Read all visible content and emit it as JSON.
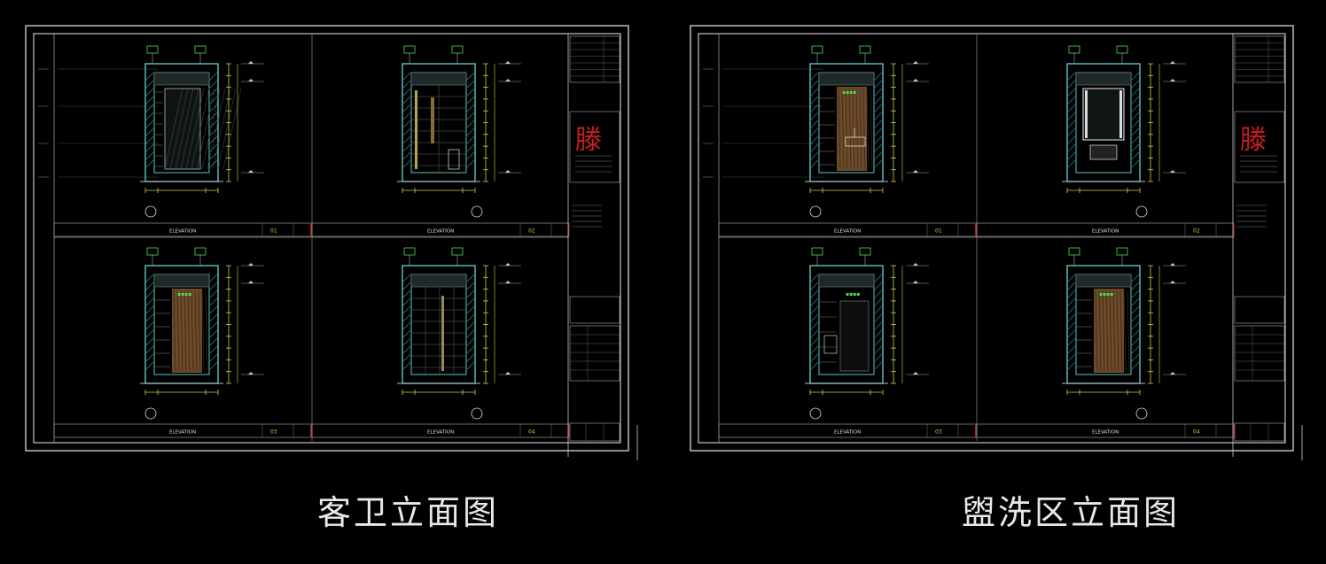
{
  "sheets": [
    {
      "caption": "客卫立面图",
      "panels": [
        {
          "id": "01",
          "label": "ELEVATION",
          "variant": "glass"
        },
        {
          "id": "02",
          "label": "ELEVATION",
          "variant": "wc"
        },
        {
          "id": "03",
          "label": "ELEVATION",
          "variant": "wood"
        },
        {
          "id": "04",
          "label": "ELEVATION",
          "variant": "tiles"
        }
      ]
    },
    {
      "caption": "盥洗区立面图",
      "panels": [
        {
          "id": "01",
          "label": "ELEVATION",
          "variant": "woodsink"
        },
        {
          "id": "02",
          "label": "ELEVATION",
          "variant": "mirror"
        },
        {
          "id": "03",
          "label": "ELEVATION",
          "variant": "dark"
        },
        {
          "id": "04",
          "label": "ELEVATION",
          "variant": "wood"
        }
      ]
    }
  ],
  "logo_text": "滕",
  "colors": {
    "frame": "#e9e9e9",
    "wall": "#5ec4c4",
    "dim": "#cfcf4a",
    "tag": "#4fdc4f",
    "wood": "#6b4a2a",
    "logo": "#c81e1e",
    "divider_red": "#b02020"
  }
}
